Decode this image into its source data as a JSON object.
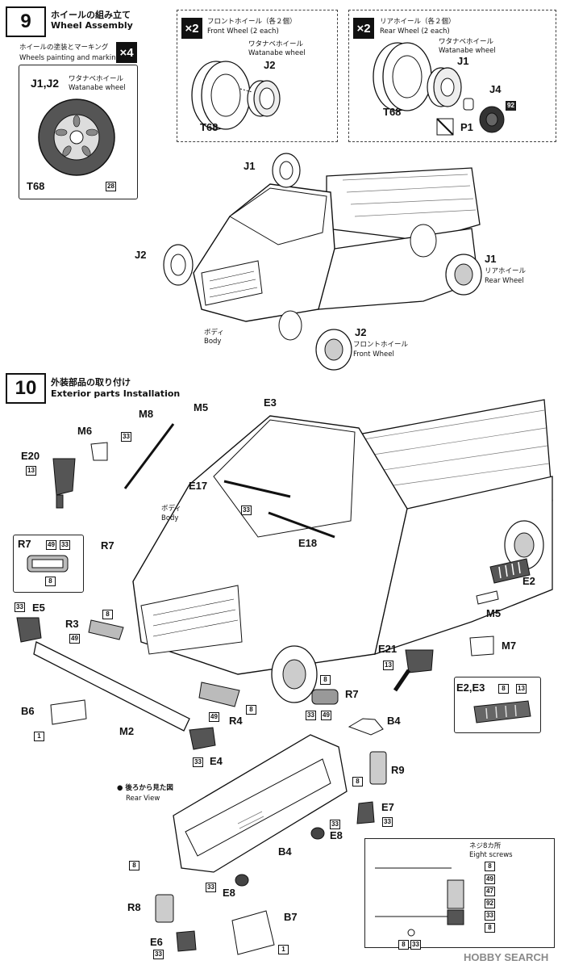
{
  "step9": {
    "number": "9",
    "title_jp": "ホイールの組み立て",
    "title_en": "Wheel Assembly",
    "paint": {
      "label_jp": "ホイールの塗装とマーキング",
      "label_en": "Wheels painting and marking",
      "multiplier": "×4",
      "part": "J1,J2",
      "wheel_jp": "ワタナベホイール",
      "wheel_en": "Watanabe wheel",
      "tire": "T68",
      "color": "28"
    },
    "front": {
      "multiplier": "×2",
      "label_jp": "フロントホイール（各２個）",
      "label_en": "Front Wheel (2 each)",
      "wheel_jp": "ワタナベホイール",
      "wheel_en": "Watanabe wheel",
      "part": "J2",
      "tire": "T68"
    },
    "rear": {
      "multiplier": "×2",
      "label_jp": "リアホイール（各２個）",
      "label_en": "Rear Wheel (2 each)",
      "wheel_jp": "ワタナベホイール",
      "wheel_en": "Watanabe wheel",
      "part": "J1",
      "tire": "T68",
      "cap": "J4",
      "cap_color": "92",
      "pin": "P1"
    },
    "car": {
      "j1_top": "J1",
      "j2_left": "J2",
      "j1_right": "J1",
      "rear_jp": "リアホイール",
      "rear_en": "Rear Wheel",
      "j2_bottom": "J2",
      "front_jp": "フロントホイール",
      "front_en": "Front Wheel",
      "body_jp": "ボディ",
      "body_en": "Body"
    }
  },
  "step10": {
    "number": "10",
    "title_jp": "外装部品の取り付け",
    "title_en": "Exterior parts Installation",
    "body_jp": "ボディ",
    "body_en": "Body",
    "parts": {
      "m6": "M6",
      "e20": "E20",
      "m8": "M8",
      "m5_top": "M5",
      "e3": "E3",
      "e17": "E17",
      "e18": "E18",
      "r7_box": "R7",
      "r7": "R7",
      "e5": "E5",
      "r3": "R3",
      "b6": "B6",
      "m2": "M2",
      "r4": "R4",
      "e4": "E4",
      "e2": "E2",
      "m5_right": "M5",
      "e21": "E21",
      "m7": "M7",
      "r7_mid": "R7",
      "b4_mid": "B4",
      "e2e3": "E2,E3",
      "r9": "R9",
      "e7": "E7",
      "e8_right": "E8",
      "b4_bottom": "B4",
      "r8": "R8",
      "e8_bottom": "E8",
      "e6": "E6",
      "b7": "B7"
    },
    "colors": {
      "c33": "33",
      "c13": "13",
      "c49": "49",
      "c8": "8",
      "c1": "1",
      "c47": "47",
      "c92": "92"
    },
    "rear_view_jp": "● 後ろから見た図",
    "rear_view_en": "Rear View",
    "screws_jp": "ネジ8カ所",
    "screws_en": "Eight screws"
  },
  "watermark": "HOBBY SEARCH"
}
